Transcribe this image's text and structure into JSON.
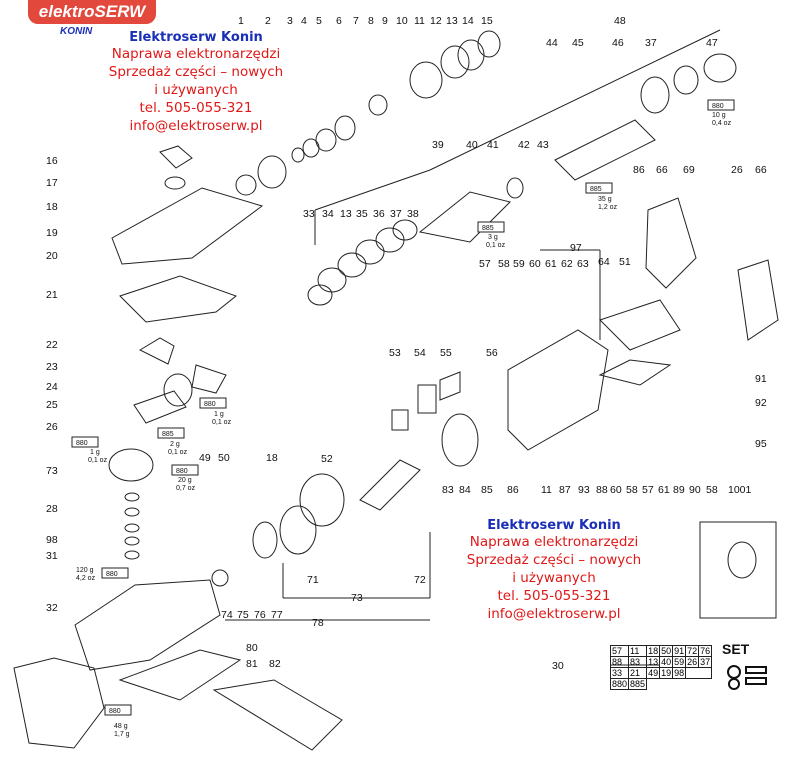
{
  "logo": {
    "brand": "elektroSERW",
    "sub": "KONIN"
  },
  "promo_top": {
    "title": "Elektroserw Konin",
    "lines": [
      "Naprawa elektronarzędzi",
      "Sprzedaż części – nowych",
      "i używanych",
      "tel. 505-055-321",
      "info@elektroserw.pl"
    ]
  },
  "promo_bottom": {
    "title": "Elektroserw Konin",
    "lines": [
      "Naprawa elektronarzędzi",
      "Sprzedaż części – nowych",
      "i używanych",
      "tel. 505-055-321",
      "info@elektroserw.pl"
    ]
  },
  "part_labels": {
    "top_row": [
      "1",
      "2",
      "3",
      "4",
      "5",
      "6",
      "7",
      "8",
      "9",
      "10",
      "11",
      "12",
      "13",
      "14",
      "15"
    ],
    "left_col": [
      "16",
      "17",
      "18",
      "19",
      "20",
      "21",
      "22",
      "23",
      "24",
      "25",
      "26",
      "73",
      "28",
      "98",
      "31",
      "32"
    ],
    "upper_right": [
      "48",
      "44",
      "45",
      "46",
      "37",
      "47",
      "39",
      "40",
      "41",
      "42",
      "43",
      "86",
      "66",
      "69",
      "26",
      "66"
    ],
    "mid_row": [
      "33",
      "34",
      "13",
      "35",
      "36",
      "37",
      "38"
    ],
    "cluster_row": [
      "97",
      "57",
      "58",
      "59",
      "60",
      "61",
      "62",
      "63",
      "64",
      "51",
      "52",
      "53",
      "54",
      "55",
      "56"
    ],
    "lower_row": [
      "83",
      "84",
      "85",
      "86",
      "11",
      "87",
      "93",
      "88",
      "60",
      "58",
      "57",
      "61",
      "89",
      "90",
      "58",
      "1001",
      "91",
      "92",
      "95"
    ],
    "bottom": [
      "49",
      "50",
      "18",
      "74",
      "75",
      "76",
      "77",
      "71",
      "73",
      "72",
      "78",
      "80",
      "81",
      "82",
      "30"
    ]
  },
  "grease": [
    {
      "code": "880",
      "amount": "10 g",
      "oz": "0,4 oz"
    },
    {
      "code": "885",
      "amount": "35 g",
      "oz": "1,2 oz"
    },
    {
      "code": "885",
      "amount": "3 g",
      "oz": "0,1 oz"
    },
    {
      "code": "880",
      "amount": "1 g",
      "oz": "0,1 oz"
    },
    {
      "code": "885",
      "amount": "2 g",
      "oz": "0,1 oz"
    },
    {
      "code": "880",
      "amount": "1 g",
      "oz": "0,1 oz"
    },
    {
      "code": "880",
      "amount": "20 g",
      "oz": "0,7 oz"
    },
    {
      "code": "880",
      "amount": "120 g",
      "oz": "4,2 oz"
    },
    {
      "code": "880",
      "amount": "48 g",
      "oz": "1,7 g"
    }
  ],
  "set_table": {
    "label": "30",
    "badge": "SET",
    "rows": [
      [
        "57",
        "11",
        "18",
        "50",
        "91",
        "72",
        "76"
      ],
      [
        "88",
        "83",
        "13",
        "40",
        "59",
        "26",
        "37"
      ],
      [
        "33",
        "21",
        "49",
        "19",
        "98"
      ],
      [
        "880",
        "885"
      ]
    ]
  }
}
